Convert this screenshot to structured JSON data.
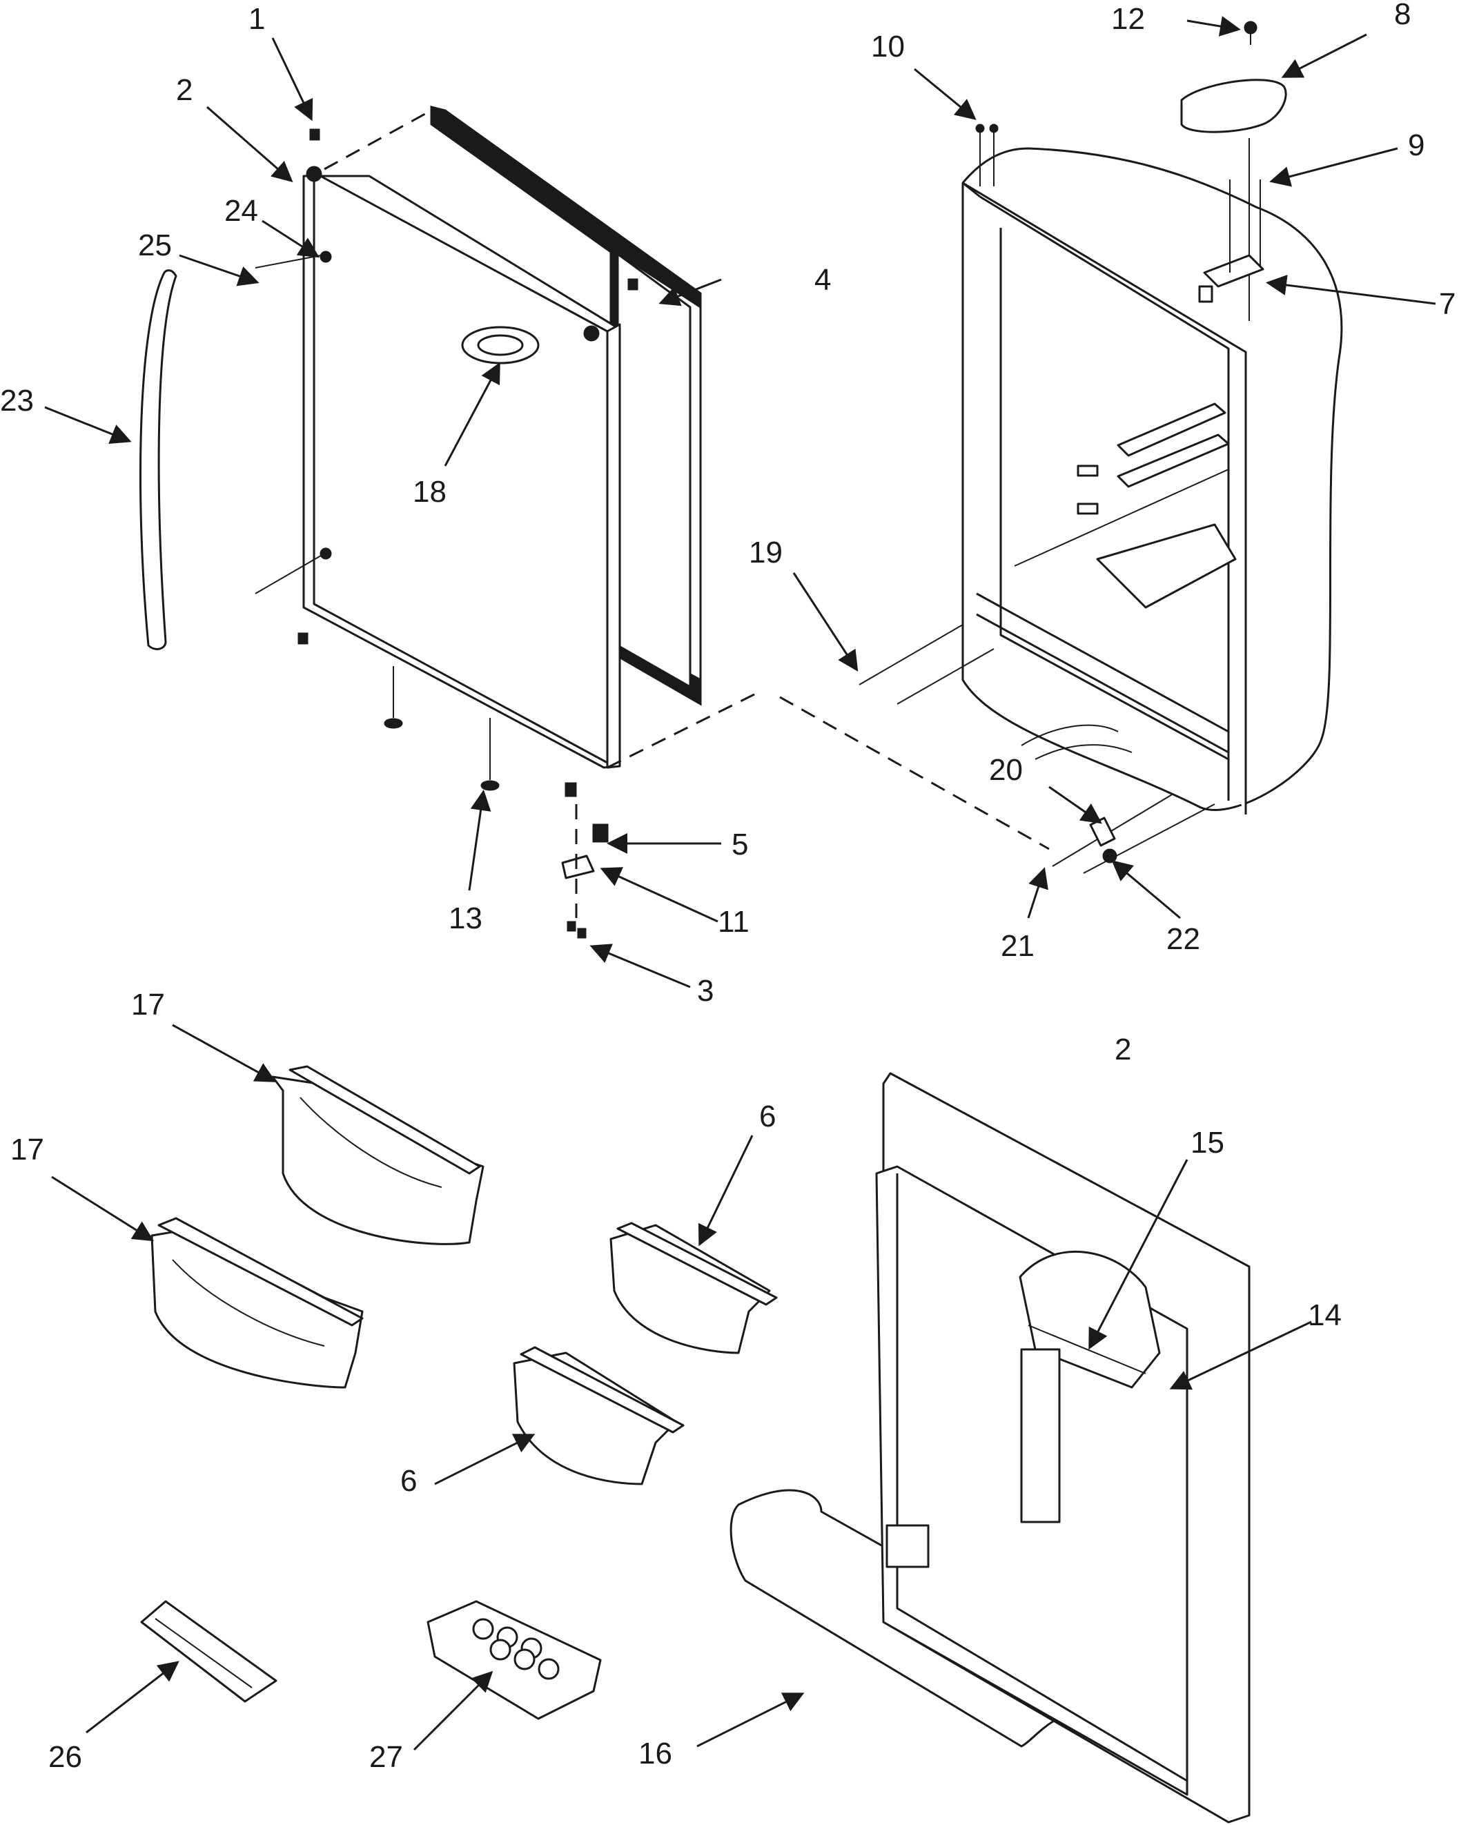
{
  "callouts": [
    {
      "id": "c1",
      "label": "1"
    },
    {
      "id": "c2a",
      "label": "2"
    },
    {
      "id": "c2b",
      "label": "2"
    },
    {
      "id": "c3",
      "label": "3"
    },
    {
      "id": "c4",
      "label": "4"
    },
    {
      "id": "c5",
      "label": "5"
    },
    {
      "id": "c6a",
      "label": "6"
    },
    {
      "id": "c6b",
      "label": "6"
    },
    {
      "id": "c7",
      "label": "7"
    },
    {
      "id": "c8",
      "label": "8"
    },
    {
      "id": "c9",
      "label": "9"
    },
    {
      "id": "c10",
      "label": "10"
    },
    {
      "id": "c11",
      "label": "11"
    },
    {
      "id": "c12",
      "label": "12"
    },
    {
      "id": "c13",
      "label": "13"
    },
    {
      "id": "c14",
      "label": "14"
    },
    {
      "id": "c15",
      "label": "15"
    },
    {
      "id": "c16",
      "label": "16"
    },
    {
      "id": "c17a",
      "label": "17"
    },
    {
      "id": "c17b",
      "label": "17"
    },
    {
      "id": "c18",
      "label": "18"
    },
    {
      "id": "c19",
      "label": "19"
    },
    {
      "id": "c20",
      "label": "20"
    },
    {
      "id": "c21",
      "label": "21"
    },
    {
      "id": "c22",
      "label": "22"
    },
    {
      "id": "c23",
      "label": "23"
    },
    {
      "id": "c24",
      "label": "24"
    },
    {
      "id": "c25",
      "label": "25"
    },
    {
      "id": "c26",
      "label": "26"
    },
    {
      "id": "c27",
      "label": "27"
    }
  ]
}
